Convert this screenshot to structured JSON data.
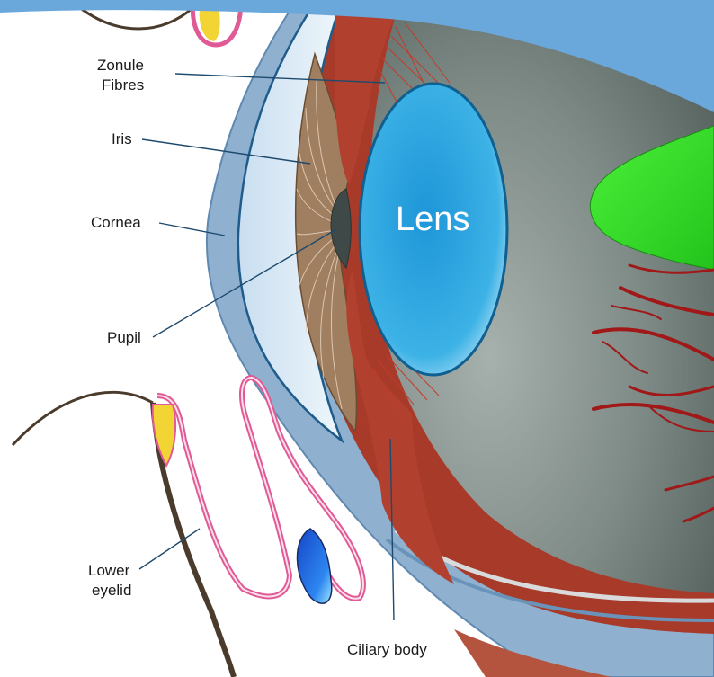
{
  "labels": {
    "zonule_line1": "Zonule",
    "zonule_line2": "Fibres",
    "iris": "Iris",
    "cornea": "Cornea",
    "pupil": "Pupil",
    "lens": "Lens",
    "lower_eyelid_line1": "Lower",
    "lower_eyelid_line2": "eyelid",
    "ciliary_body": "Ciliary body"
  },
  "colors": {
    "sky": "#6aa8dc",
    "sclera": "#8fb0cf",
    "cornea_fill": "#dcebf6",
    "vitreous": "#7e8a86",
    "muscle": "#a83a2a",
    "iris": "#a07e60",
    "lens": "#2aa3dd",
    "eyelid_pink": "#e05a95",
    "lash": "#4a3b2c",
    "optic_green": "#37e02e",
    "vessel": "#a01818",
    "tear_blue": "#1c5fd6"
  }
}
